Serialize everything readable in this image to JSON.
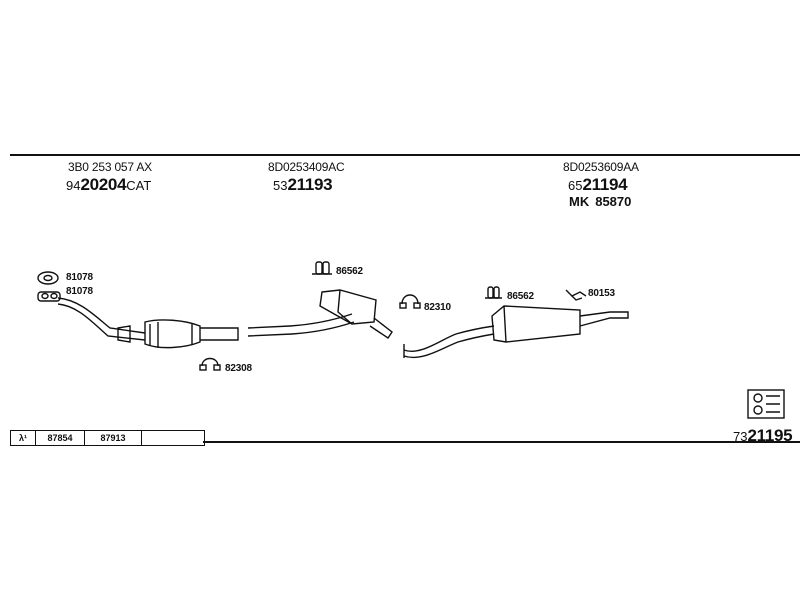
{
  "groups": [
    {
      "ref": "3B0 253 057 AX",
      "prefix": "94",
      "number": "20204",
      "suffix": "CAT"
    },
    {
      "ref": "8D0253409AC",
      "prefix": "53",
      "number": "21193",
      "suffix": ""
    },
    {
      "ref": "8D0253609AA",
      "prefix": "65",
      "number": "21194",
      "suffix": "",
      "mk_label": "MK",
      "mk_value": "85870"
    }
  ],
  "parts": {
    "gasket_top": "81078",
    "clamp_front": "82308",
    "mount_mid": "86562",
    "clamp_mid": "82310",
    "mount_rear": "86562",
    "bracket_rear": "80153"
  },
  "lambda_table": {
    "symbol": "λ¹",
    "codes": [
      "87854",
      "87913",
      ""
    ]
  },
  "kit": {
    "prefix": "73",
    "number": "21195"
  }
}
